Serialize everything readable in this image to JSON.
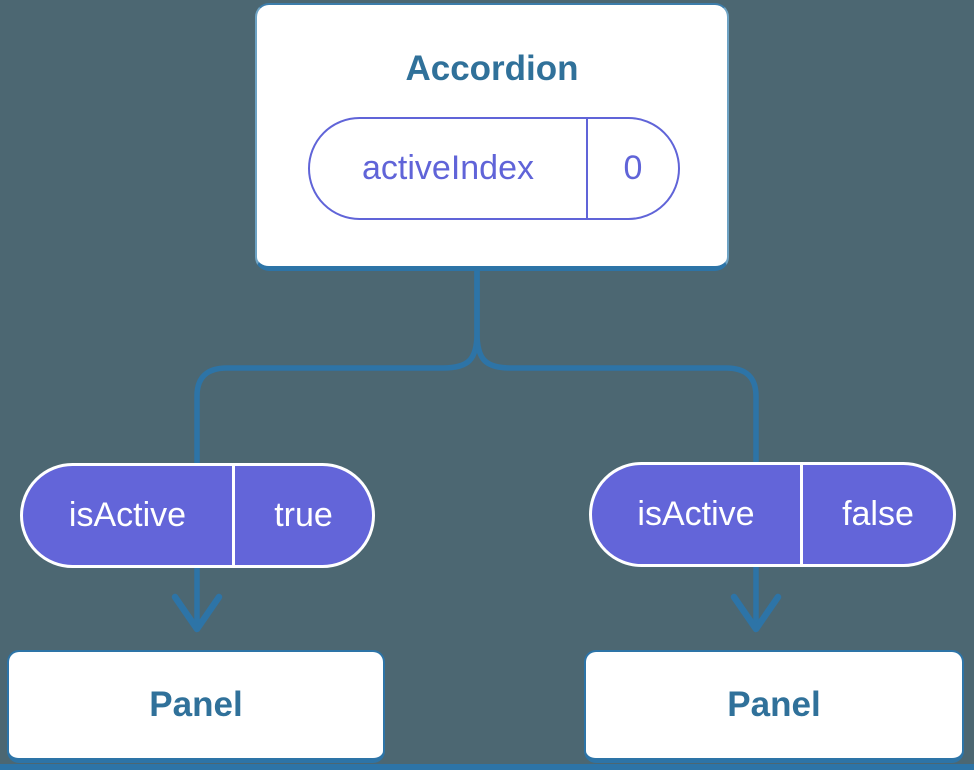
{
  "root": {
    "title": "Accordion",
    "state": {
      "name": "activeIndex",
      "value": "0"
    }
  },
  "children": [
    {
      "prop": {
        "name": "isActive",
        "value": "true"
      },
      "panel": "Panel"
    },
    {
      "prop": {
        "name": "isActive",
        "value": "false"
      },
      "panel": "Panel"
    }
  ],
  "colors": {
    "background": "#4c6772",
    "connector_blue": "#2d74a7",
    "heading_blue": "#30719a",
    "accent_purple": "#6365d9",
    "card_white": "#ffffff"
  }
}
